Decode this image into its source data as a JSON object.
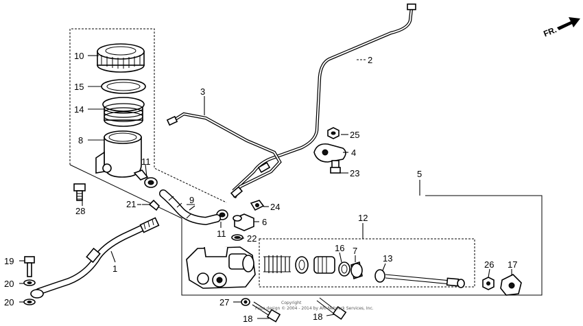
{
  "direction_label": "FR.",
  "copyright": {
    "line1": "Copyright",
    "line2": "Page design © 2004 - 2014 by ARI Network Services, Inc."
  },
  "callouts": {
    "c1": "1",
    "c2": "2",
    "c3": "3",
    "c4": "4",
    "c5": "5",
    "c6": "6",
    "c7": "7",
    "c8": "8",
    "c9": "9",
    "c10": "10",
    "c11a": "11",
    "c11b": "11",
    "c12": "12",
    "c13": "13",
    "c14": "14",
    "c15": "15",
    "c16": "16",
    "c17": "17",
    "c18a": "18",
    "c18b": "18",
    "c19": "19",
    "c20a": "20",
    "c20b": "20",
    "c21": "21",
    "c22": "22",
    "c23": "23",
    "c24": "24",
    "c25": "25",
    "c26": "26",
    "c27": "27",
    "c28": "28"
  }
}
